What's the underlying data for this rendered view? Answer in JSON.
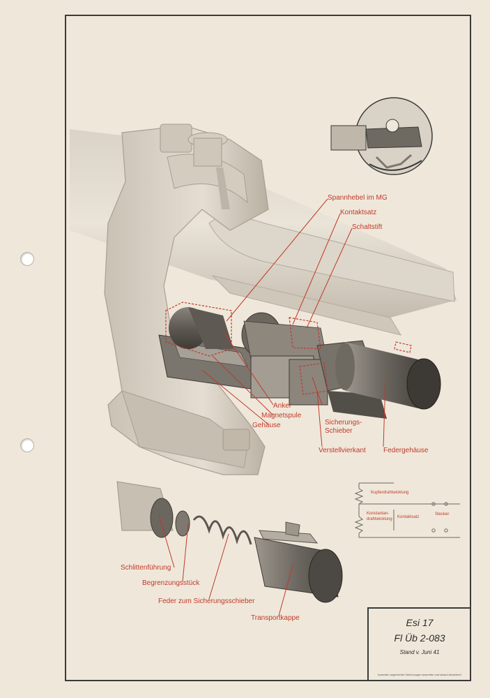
{
  "labels": {
    "spannhebel": "Spannhebel im MG",
    "kontaktsatz": "Kontaktsatz",
    "schaltstift": "Schaltstift",
    "anker": "Anker",
    "magnetspule": "Magnetspule",
    "gehaeuse": "Gehäuse",
    "sicherungs_1": "Sicherungs-",
    "sicherungs_2": "Schieber",
    "verstellvierkant": "Verstellvierkant",
    "federgehaeuse": "Federgehäuse",
    "schlittenfuehrung": "Schlittenführung",
    "begrenzungsstueck": "Begrenzungsstück",
    "feder": "Feder zum Sicherungsschieber",
    "transportkappe": "Transportkappe"
  },
  "circuit": {
    "kupfer": "Kupferdrahtwicklung",
    "konstantan_1": "Konstantan-",
    "konstantan_2": "drahtwicklung",
    "kontaktsatz": "Kontaktsatz",
    "stecker": "Stecker"
  },
  "title_block": {
    "line1": "Esi 17",
    "line2": "Fl Üb 2-083",
    "line3": "Stand v. Juni 41",
    "footer": "Inwerden angereichte Zeichnungen beachten und darauf Anweisen!"
  },
  "colors": {
    "label_red": "#c0392b",
    "line_dark": "#3a3a3a",
    "paper": "#efe8da"
  }
}
